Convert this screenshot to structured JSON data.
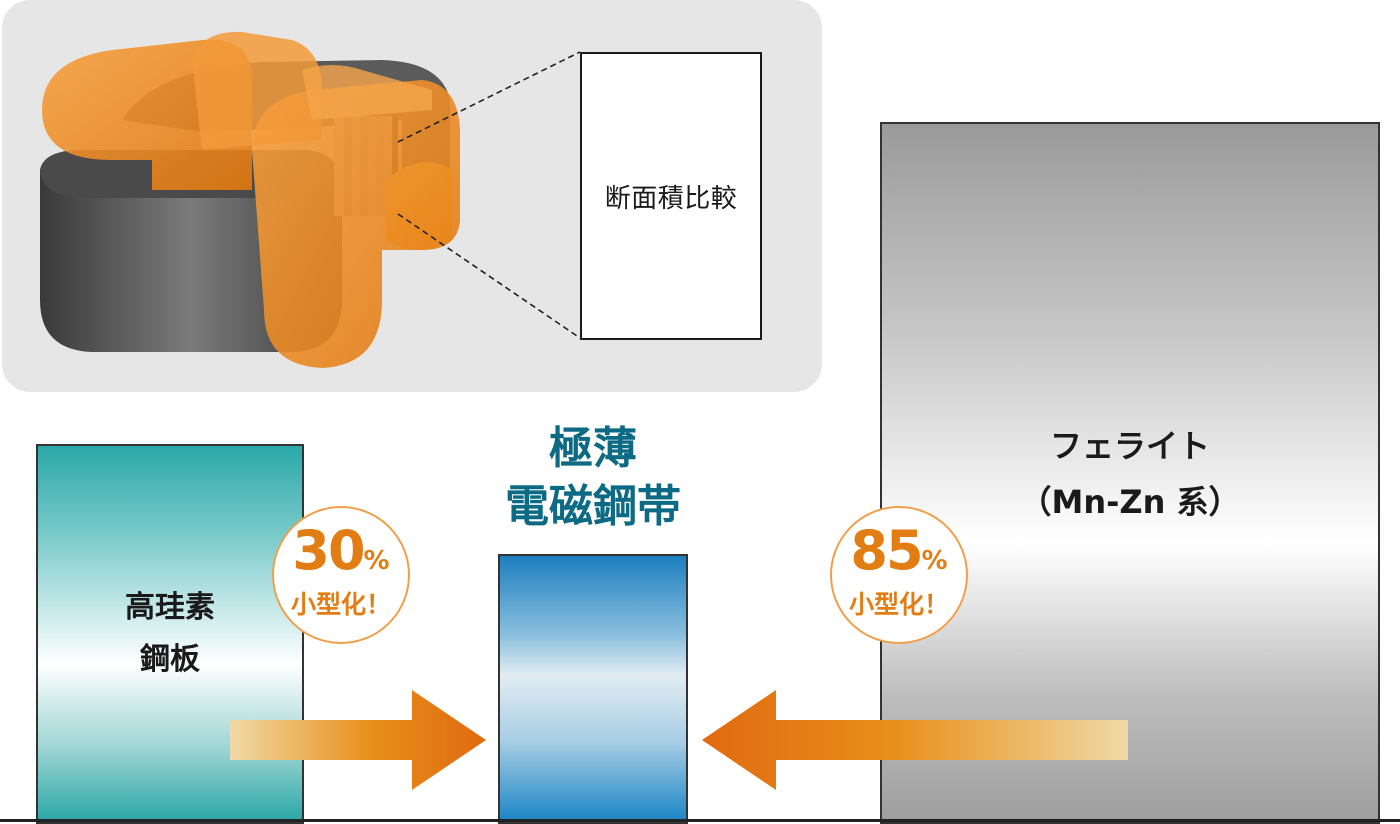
{
  "diagram": {
    "cross_section_label": "断面積比較",
    "bars": {
      "silicon_steel": {
        "line1": "高珪素",
        "line2": "鋼板"
      },
      "thin_steel": {
        "line1": "極薄",
        "line2": "電磁鋼帯"
      },
      "ferrite": {
        "line1": "フェライト",
        "line2": "（Mn-Zn 系）"
      }
    },
    "badges": {
      "left": {
        "value": "30",
        "unit": "%",
        "text": "小型化！"
      },
      "right": {
        "value": "85",
        "unit": "%",
        "text": "小型化！"
      }
    },
    "colors": {
      "accent_orange": "#e17d12",
      "thin_steel_title": "#0c6a85",
      "silicon_steel": "#2ba8a8",
      "thin_steel": "#1d7fc0",
      "ferrite": "#9a9a9a"
    }
  }
}
